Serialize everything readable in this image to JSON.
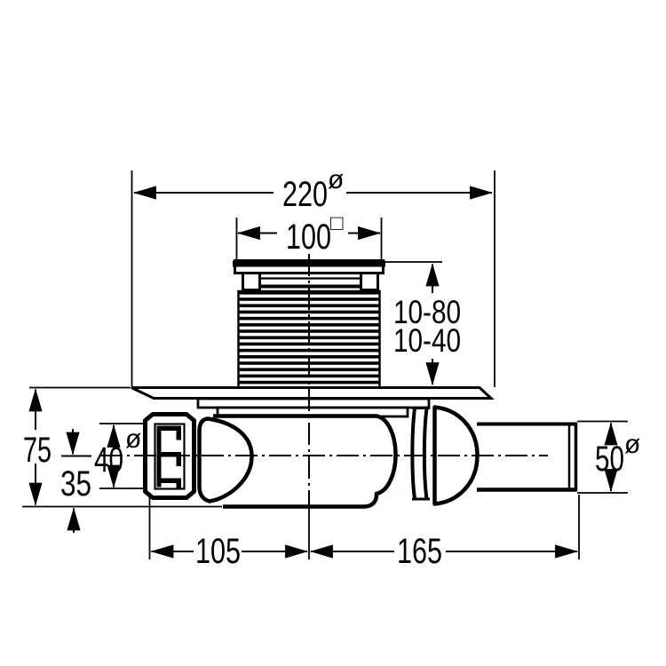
{
  "drawing": {
    "kind": "technical-dimension-drawing",
    "subject": "floor-drain-with-trap-section-view",
    "background": "#ffffff",
    "line_color": "#000000",
    "labels": {
      "outer_diameter": {
        "value": "220",
        "symbol": "ø"
      },
      "grate_size": {
        "value": "100",
        "symbol": "□"
      },
      "adjust_range_line1": "10-80",
      "adjust_range_line2": "10-40",
      "total_height": "75",
      "outlet_center_depth": "35",
      "inlet_diameter": {
        "value": "40",
        "symbol": "ø"
      },
      "outlet_diameter": {
        "value": "50",
        "symbol": "ø"
      },
      "inlet_to_center": "105",
      "center_to_outlet": "165"
    }
  }
}
